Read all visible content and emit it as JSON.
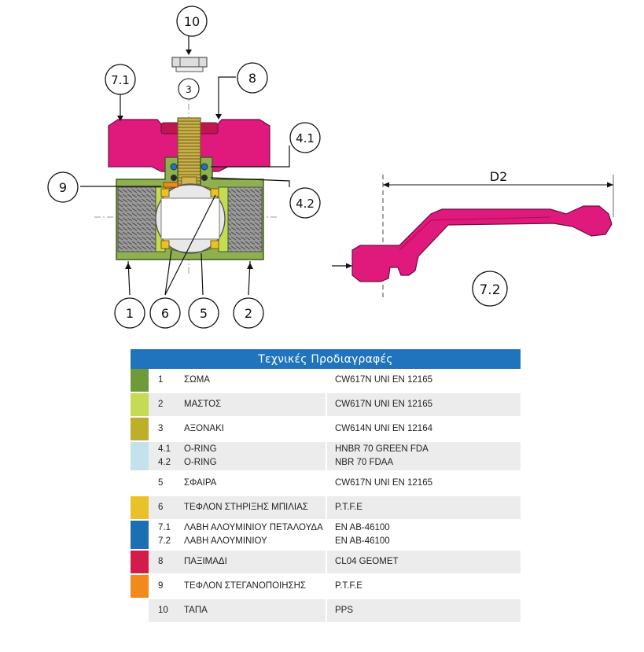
{
  "drawing": {
    "callouts": [
      "10",
      "7.1",
      "3",
      "8",
      "4.1",
      "9",
      "4.2",
      "1",
      "6",
      "5",
      "2",
      "7.2"
    ],
    "dimension_label": "D2"
  },
  "spec_table": {
    "title": "Τεχνικές Προδιαγραφές",
    "rows": [
      {
        "color": "#6f9a3a",
        "numbers": [
          "1"
        ],
        "names": [
          "ΣΩΜΑ"
        ],
        "materials": [
          "CW617N UNI EN 12165"
        ],
        "shaded": false
      },
      {
        "color": "#c5da55",
        "numbers": [
          "2"
        ],
        "names": [
          "ΜΑΣΤΟΣ"
        ],
        "materials": [
          "CW617N UNI EN 12165"
        ],
        "shaded": true
      },
      {
        "color": "#bfae2a",
        "numbers": [
          "3"
        ],
        "names": [
          "ΑΞΟΝΑΚΙ"
        ],
        "materials": [
          "CW614N UNI EN 12164"
        ],
        "shaded": false
      },
      {
        "color": "#c3e2ec",
        "numbers": [
          "4.1",
          "4.2"
        ],
        "names": [
          "O-RING",
          "O-RING"
        ],
        "materials": [
          "HNBR 70 GREEN FDA",
          "NBR 70 FDAA"
        ],
        "shaded": true
      },
      {
        "color": "#ffffff",
        "numbers": [
          "5"
        ],
        "names": [
          "ΣΦΑΙΡΑ"
        ],
        "materials": [
          "CW617N UNI EN 12165"
        ],
        "shaded": false
      },
      {
        "color": "#e9c22a",
        "numbers": [
          "6"
        ],
        "names": [
          "ΤΕΦΛΟΝ ΣΤΗΡΙΞΗΣ ΜΠΙΛΙΑΣ"
        ],
        "materials": [
          "P.T.F.E"
        ],
        "shaded": true
      },
      {
        "color": "#1c6fb3",
        "numbers": [
          "7.1",
          "7.2"
        ],
        "names": [
          "ΛΑΒΗ ΑΛΟΥΜΙΝΙΟΥ ΠΕΤΑΛΟΥΔΑ",
          "ΛΑΒΗ ΑΛΟΥΜΙΝΙΟΥ"
        ],
        "materials": [
          "EN AB-46100",
          "EN AB-46100"
        ],
        "shaded": false
      },
      {
        "color": "#d21d4b",
        "numbers": [
          "8"
        ],
        "names": [
          "ΠΑΞΙΜΑΔΙ"
        ],
        "materials": [
          "CL04 GEOMET"
        ],
        "shaded": true
      },
      {
        "color": "#f28a1b",
        "numbers": [
          "9"
        ],
        "names": [
          "ΤΕΦΛΟΝ ΣΤΕΓΑΝΟΠΟΙΗΣΗΣ"
        ],
        "materials": [
          "P.T.F.E"
        ],
        "shaded": false
      },
      {
        "color": "#ffffff",
        "numbers": [
          "10"
        ],
        "names": [
          "ΤΑΠΑ"
        ],
        "materials": [
          "PPS"
        ],
        "shaded": true
      }
    ]
  },
  "colors": {
    "handle_magenta": "#e0197c",
    "body_green": "#7ea346",
    "brass": "#c8a92b",
    "header_blue": "#1f74bd"
  }
}
